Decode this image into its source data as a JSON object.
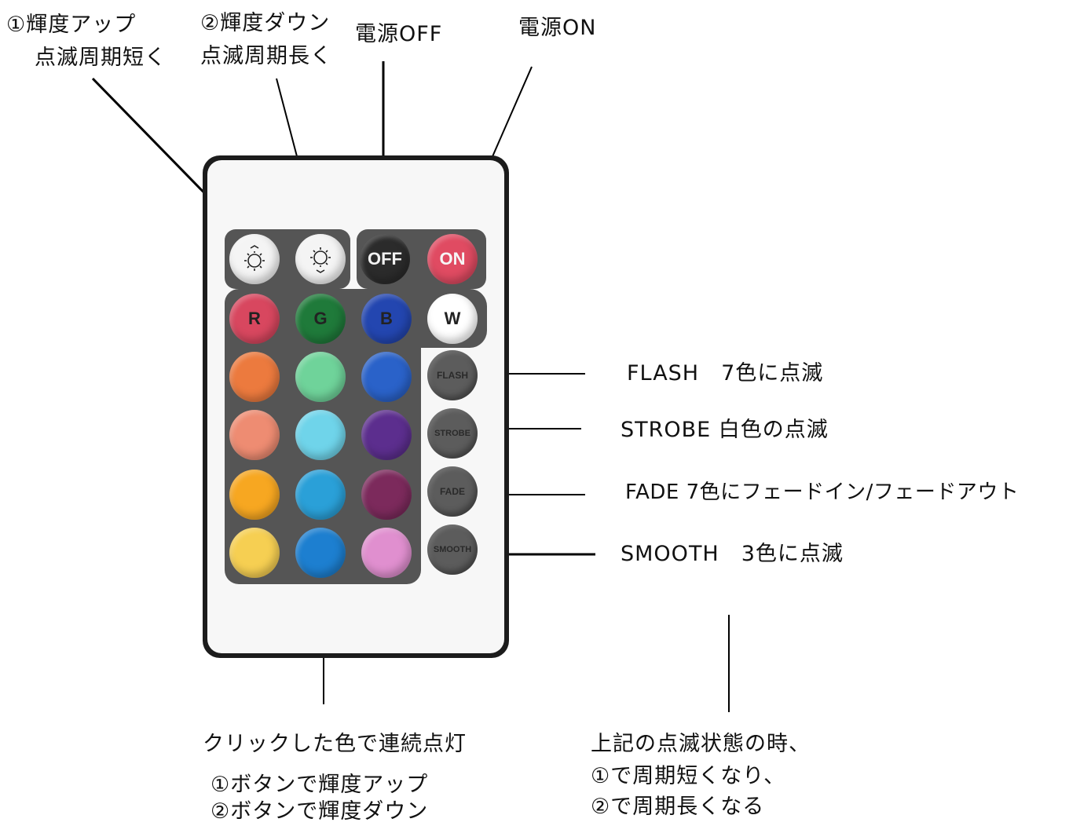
{
  "labels": {
    "bright_up_1": "①輝度アップ",
    "bright_up_2": "点滅周期短く",
    "bright_down_1": "②輝度ダウン",
    "bright_down_2": "点滅周期長く",
    "power_off": "電源OFF",
    "power_on": "電源ON",
    "flash_desc": "FLASH　7色に点滅",
    "strobe_desc": "STROBE 白色の点滅",
    "fade_desc": "FADE 7色にフェードイン/フェードアウト",
    "smooth_desc": "SMOOTH　3色に点滅",
    "color_note_1": "クリックした色で連続点灯",
    "color_note_2": "①ボタンで輝度アップ",
    "color_note_3": "②ボタンで輝度ダウン",
    "blink_note_1": "上記の点滅状態の時、",
    "blink_note_2": "①で周期短くなり、",
    "blink_note_3": "②で周期長くなる"
  },
  "remote": {
    "buttons": {
      "off": "OFF",
      "on": "ON",
      "r": "R",
      "g": "G",
      "b": "B",
      "w": "W",
      "flash": "FLASH",
      "strobe": "STROBE",
      "fade": "FADE",
      "smooth": "SMOOTH"
    },
    "icons": [
      "brightness-up-icon",
      "brightness-down-icon"
    ],
    "colors": {
      "r": "#d8475f",
      "g": "#1f7a3a",
      "b": "#2346b0",
      "w": "#ffffff",
      "off": "#2b2b2b",
      "on": "#e04b62",
      "grid": [
        [
          "#ec7a3e",
          "#6fd39a",
          "#2a62c9"
        ],
        [
          "#ee8c72",
          "#6fd4ea",
          "#5c2e8e"
        ],
        [
          "#f7a721",
          "#2aa0d8",
          "#7c2a5c"
        ],
        [
          "#f6cf52",
          "#1d7fd0",
          "#e08fcf"
        ]
      ]
    }
  }
}
